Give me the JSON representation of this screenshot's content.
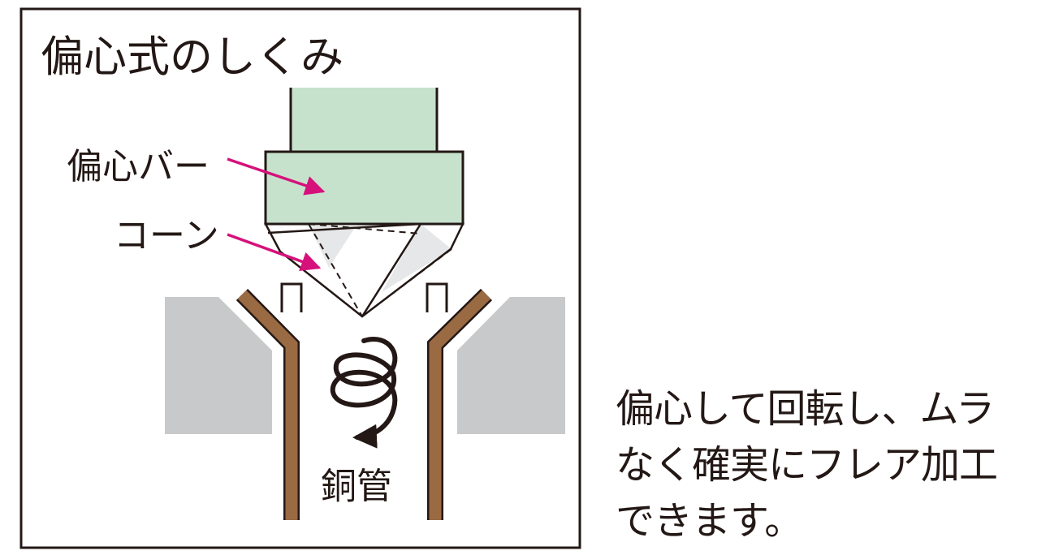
{
  "diagram": {
    "title": "偏心式のしくみ",
    "labels": {
      "bar": "偏心バー",
      "cone": "コーン",
      "pipe": "銅管"
    },
    "colors": {
      "frame": "#231815",
      "bar_fill": "#c6e2cc",
      "pipe": "#9a6a43",
      "die": "#c8c9ca",
      "cone_shade": "#e6e7e8",
      "arrow": "#d6117b"
    }
  },
  "caption": {
    "lines": [
      "偏心して回転し、ムラ",
      "なく確実にフレア加工",
      "できます。"
    ]
  }
}
